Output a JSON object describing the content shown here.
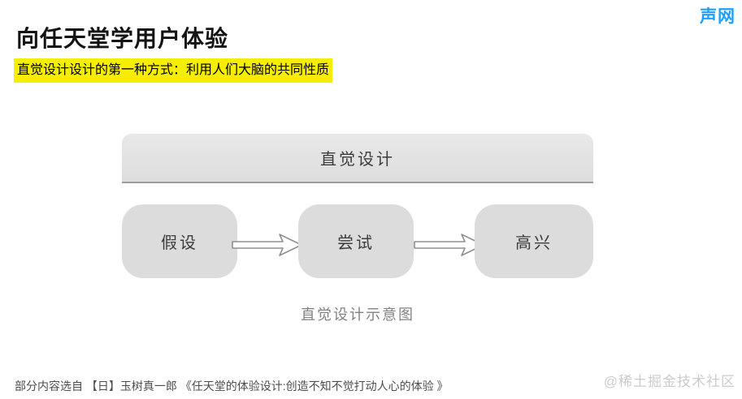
{
  "brand": {
    "logo_text": "声网",
    "logo_color": "#1E9FFF"
  },
  "header": {
    "title": "向任天堂学用户体验",
    "highlight_text": "直觉设计设计的第一种方式：利用人们大脑的共同性质",
    "highlight_color": "#F5EE00"
  },
  "diagram": {
    "header_box_label": "直觉设计",
    "steps": [
      "假设",
      "尝试",
      "高兴"
    ],
    "caption": "直觉设计示意图",
    "box_fill": "#DCDCDC",
    "arrow_outline": "#8f8f8f"
  },
  "footer": {
    "source": "部分内容选自 【日】玉树真一郎 《任天堂的体验设计:创造不知不觉打动人心的体验 》",
    "watermark": "@稀土掘金技术社区"
  }
}
